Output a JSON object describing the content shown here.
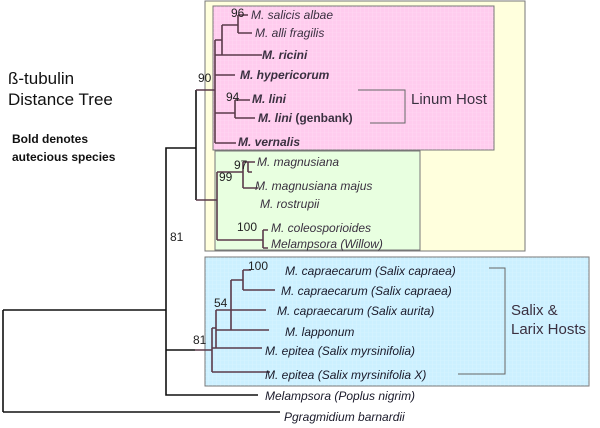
{
  "title": {
    "line1": "ß-tubulin",
    "line2": "Distance Tree"
  },
  "note": {
    "line1": "Bold denotes",
    "line2": "autecious species"
  },
  "colors": {
    "outer_box": "#ffffdd",
    "linum_box": "#ffccee",
    "magnusiana_box": "#e8ffe0",
    "salix_box": "#ccf0ff"
  },
  "groups": {
    "linum": "Linum Host",
    "salix_line1": "Salix &",
    "salix_line2": "Larix Hosts"
  },
  "bootstrap": {
    "salicis": "96",
    "lini": "94",
    "linum_clade": "90",
    "magnusiana": "97",
    "magnusiana_rostrupii": "99",
    "coleosporioides": "100",
    "ingroup": "81",
    "capraea": "100",
    "capraea_lapponum": "54",
    "salix_clade": "81"
  },
  "taxa": [
    {
      "id": "salicis",
      "genus": "M.",
      "epithet": "salicis albae",
      "host": "",
      "bold": false
    },
    {
      "id": "alli",
      "genus": "M.",
      "epithet": "alli fragilis",
      "host": "",
      "bold": false
    },
    {
      "id": "ricini",
      "genus": "M.",
      "epithet": "ricini",
      "host": "",
      "bold": true
    },
    {
      "id": "hypericorum",
      "genus": "M.",
      "epithet": "hypericorum",
      "host": "",
      "bold": true
    },
    {
      "id": "lini",
      "genus": "M.",
      "epithet": "lini",
      "host": "",
      "bold": true
    },
    {
      "id": "lini_gb",
      "genus": "M.",
      "epithet": "lini",
      "host": "(genbank)",
      "bold": true
    },
    {
      "id": "vernalis",
      "genus": "M.",
      "epithet": "vernalis",
      "host": "",
      "bold": true
    },
    {
      "id": "magnusiana",
      "genus": "M.",
      "epithet": "magnusiana",
      "host": "",
      "bold": false
    },
    {
      "id": "magnusiana_majus",
      "genus": "M.",
      "epithet": "magnusiana majus",
      "host": "",
      "bold": false
    },
    {
      "id": "rostrupii",
      "genus": "M.",
      "epithet": "rostrupii",
      "host": "",
      "bold": false
    },
    {
      "id": "coleosporioides",
      "genus": "M.",
      "epithet": "coleosporioides",
      "host": "",
      "bold": false
    },
    {
      "id": "willow",
      "genus": "Melampsora",
      "epithet": "",
      "host": "(Willow)",
      "bold": false
    },
    {
      "id": "capraea1",
      "genus": "M.",
      "epithet": "capraecarum",
      "host": "(Salix capraea)",
      "bold": false
    },
    {
      "id": "capraea2",
      "genus": "M.",
      "epithet": "capraecarum",
      "host": "(Salix capraea)",
      "bold": false
    },
    {
      "id": "aurita",
      "genus": "M.",
      "epithet": "capraecarum",
      "host": "(Salix aurita)",
      "bold": false
    },
    {
      "id": "lapponum",
      "genus": "M.",
      "epithet": "lapponum",
      "host": "",
      "bold": false
    },
    {
      "id": "epitea1",
      "genus": "M.",
      "epithet": "epitea",
      "host": "(Salix myrsinifolia)",
      "bold": false
    },
    {
      "id": "epitea2",
      "genus": "M.",
      "epithet": "epitea",
      "host": "(Salix myrsinifolia X)",
      "bold": false
    },
    {
      "id": "poplus",
      "genus": "Melampsora",
      "epithet": "",
      "host": "(Poplus nigrim)",
      "bold": false
    },
    {
      "id": "pgragmidium",
      "genus": "Pgragmidium",
      "epithet": "barnardii",
      "host": "",
      "bold": false
    }
  ]
}
